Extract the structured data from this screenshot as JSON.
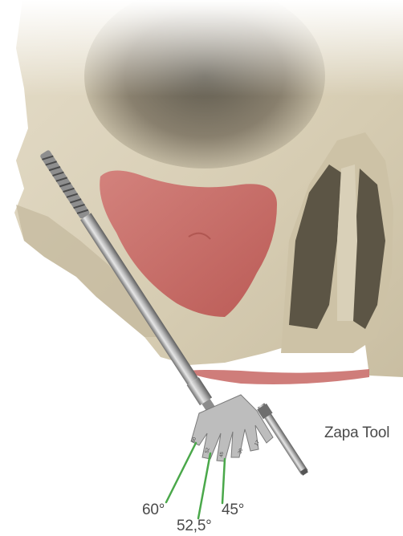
{
  "labels": {
    "tool_name": "Zapa Tool",
    "angle_60": "60°",
    "angle_52_5": "52,5°",
    "angle_45": "45°"
  },
  "guide_fingers": [
    "60",
    "52",
    "45",
    "30",
    "17"
  ],
  "colors": {
    "skull": "#dcd3bd",
    "skull_shadow": "#b8ad93",
    "sinus_highlight": "#c86b68",
    "guide_line": "#4aa84a",
    "steel": "#a8a8a8"
  }
}
